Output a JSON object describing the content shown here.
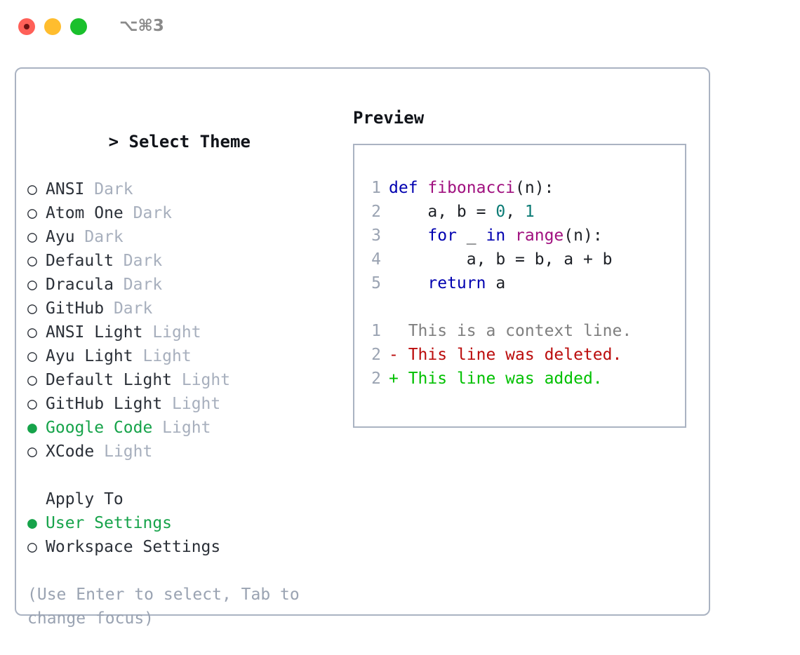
{
  "titlebar": {
    "shortcut": "⌥⌘3",
    "buttons": [
      "close",
      "minimize",
      "maximize"
    ]
  },
  "colors": {
    "selected_green": "#16a34a",
    "muted": "#a7afbd",
    "border": "#aab3c2",
    "keyword": "#0000b0",
    "function": "#a0107f",
    "number": "#0b7b75",
    "diff_delete": "#bb0c0c",
    "diff_add": "#00c000",
    "diff_context": "#7f7f7f",
    "linenumber": "#9aa3b2"
  },
  "theme_panel": {
    "title": "Select Theme",
    "caret": ">",
    "marker_selected": "●",
    "marker_unselected": "○",
    "items": [
      {
        "name": "ANSI",
        "suffix": "Dark",
        "selected": false
      },
      {
        "name": "Atom One",
        "suffix": "Dark",
        "selected": false
      },
      {
        "name": "Ayu",
        "suffix": "Dark",
        "selected": false
      },
      {
        "name": "Default",
        "suffix": "Dark",
        "selected": false
      },
      {
        "name": "Dracula",
        "suffix": "Dark",
        "selected": false
      },
      {
        "name": "GitHub",
        "suffix": "Dark",
        "selected": false
      },
      {
        "name": "ANSI Light",
        "suffix": "Light",
        "selected": false
      },
      {
        "name": "Ayu Light",
        "suffix": "Light",
        "selected": false
      },
      {
        "name": "Default Light",
        "suffix": "Light",
        "selected": false
      },
      {
        "name": "GitHub Light",
        "suffix": "Light",
        "selected": false
      },
      {
        "name": "Google Code",
        "suffix": "Light",
        "selected": true
      },
      {
        "name": "XCode",
        "suffix": "Light",
        "selected": false
      }
    ]
  },
  "apply_to": {
    "title": "Apply To",
    "items": [
      {
        "name": "User Settings",
        "selected": true
      },
      {
        "name": "Workspace Settings",
        "selected": false
      }
    ]
  },
  "hint": "(Use Enter to select, Tab to change focus)",
  "preview": {
    "title": "Preview",
    "code_lines": [
      {
        "num": "1",
        "tokens": [
          {
            "t": "def ",
            "c": "kw"
          },
          {
            "t": "fibonacci",
            "c": "fn"
          },
          {
            "t": "(n):",
            "c": "plain"
          }
        ]
      },
      {
        "num": "2",
        "tokens": [
          {
            "t": "    a, b = ",
            "c": "plain"
          },
          {
            "t": "0",
            "c": "num"
          },
          {
            "t": ", ",
            "c": "plain"
          },
          {
            "t": "1",
            "c": "num"
          }
        ]
      },
      {
        "num": "3",
        "tokens": [
          {
            "t": "    ",
            "c": "plain"
          },
          {
            "t": "for",
            "c": "kw"
          },
          {
            "t": " _ ",
            "c": "plain"
          },
          {
            "t": "in",
            "c": "kw"
          },
          {
            "t": " ",
            "c": "plain"
          },
          {
            "t": "range",
            "c": "fn"
          },
          {
            "t": "(n):",
            "c": "plain"
          }
        ]
      },
      {
        "num": "4",
        "tokens": [
          {
            "t": "        a, b = b, a + b",
            "c": "plain"
          }
        ]
      },
      {
        "num": "5",
        "tokens": [
          {
            "t": "    ",
            "c": "plain"
          },
          {
            "t": "return",
            "c": "kw"
          },
          {
            "t": " a",
            "c": "plain"
          }
        ]
      }
    ],
    "diff_lines": [
      {
        "num": "1",
        "marker": " ",
        "text": " This is a context line.",
        "kind": "ctx"
      },
      {
        "num": "2",
        "marker": "-",
        "text": " This line was deleted.",
        "kind": "del"
      },
      {
        "num": "2",
        "marker": "+",
        "text": " This line was added.",
        "kind": "add"
      }
    ]
  }
}
